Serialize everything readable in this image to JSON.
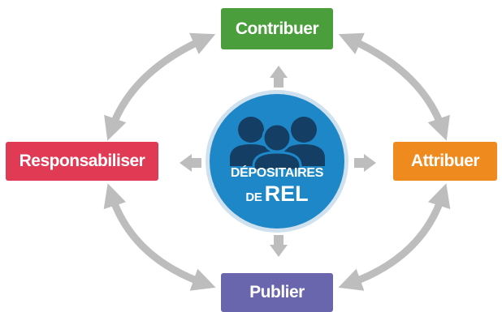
{
  "colors": {
    "contribuer": "#4a9f3c",
    "attribuer": "#ef8a1f",
    "publier": "#6966ad",
    "responsabiliser": "#e03a54",
    "hub": "#1e87c7",
    "hub_ring": "#cfe1ef",
    "people": "#153e64",
    "arrows": "#bdbdbd"
  },
  "nodes": {
    "top": {
      "label": "Contribuer",
      "icon": "none"
    },
    "right": {
      "label": "Attribuer",
      "icon": "none"
    },
    "bottom": {
      "label": "Publier",
      "icon": "none"
    },
    "left": {
      "label": "Responsabiliser",
      "icon": "none"
    }
  },
  "hub": {
    "line1": "DÉPOSITAIRES",
    "prefix": "DE",
    "acronym": "REL",
    "icon": "people-group-icon"
  }
}
